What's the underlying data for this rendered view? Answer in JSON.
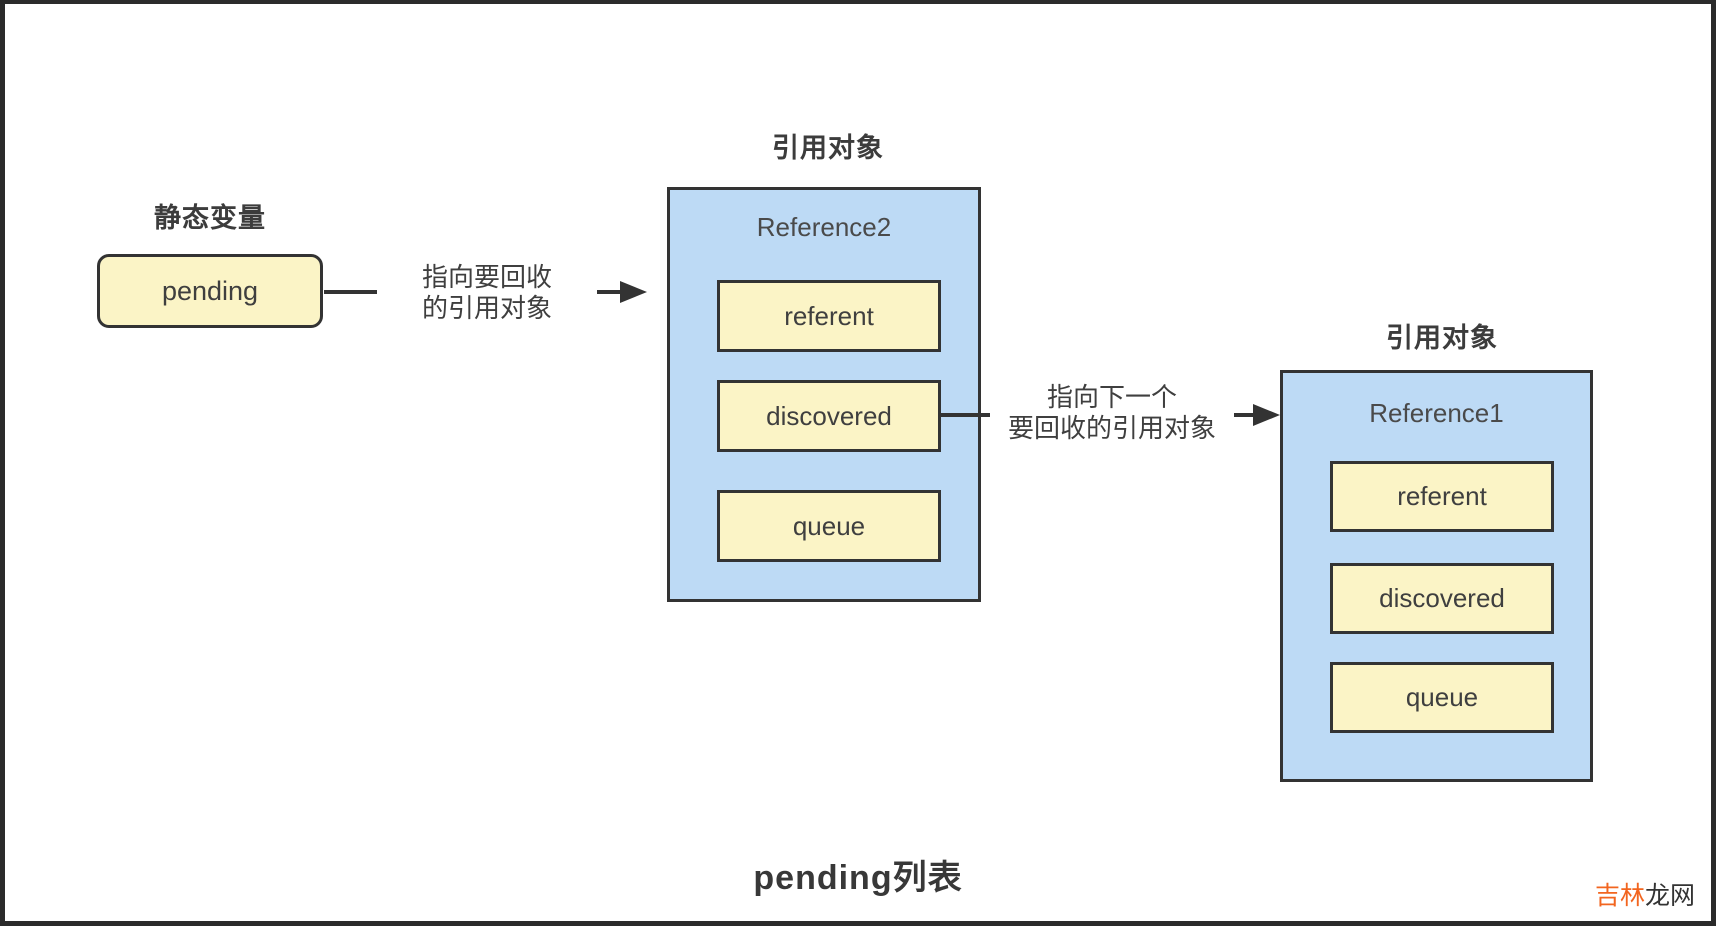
{
  "colors": {
    "yellow_fill": "#FBF4C6",
    "blue_fill": "#BDDAF5",
    "stroke": "#333333",
    "text": "#3F3F3F",
    "watermark_accent": "#F2651F"
  },
  "static_variable": {
    "label": "静态变量",
    "node_label": "pending"
  },
  "arrow1": {
    "caption_line1": "指向要回收",
    "caption_line2": "的引用对象"
  },
  "reference2": {
    "header": "引用对象",
    "title": "Reference2",
    "fields": [
      "referent",
      "discovered",
      "queue"
    ]
  },
  "arrow2": {
    "caption_line1": "指向下一个",
    "caption_line2": "要回收的引用对象"
  },
  "reference1": {
    "header": "引用对象",
    "title": "Reference1",
    "fields": [
      "referent",
      "discovered",
      "queue"
    ]
  },
  "footer": {
    "title": "pending列表"
  },
  "watermark": {
    "prefix": "吉林",
    "suffix": "龙网"
  }
}
